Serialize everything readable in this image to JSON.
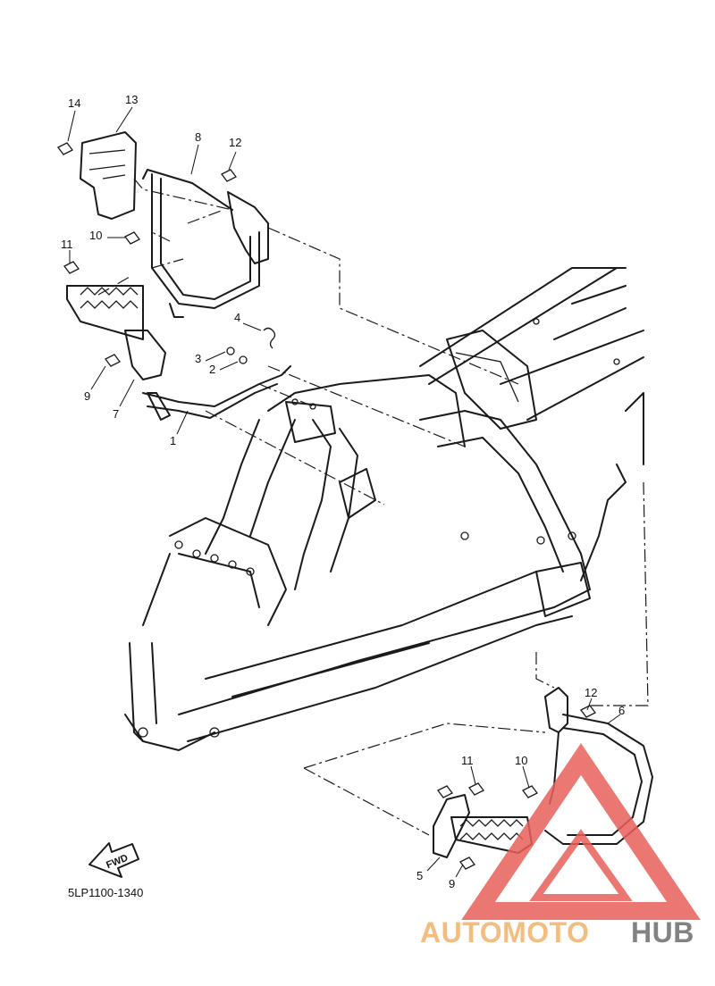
{
  "callouts": [
    {
      "id": "c14",
      "label": "14"
    },
    {
      "id": "c13",
      "label": "13"
    },
    {
      "id": "c8",
      "label": "8"
    },
    {
      "id": "c12a",
      "label": "12"
    },
    {
      "id": "c10a",
      "label": "10"
    },
    {
      "id": "c11a",
      "label": "11"
    },
    {
      "id": "c4",
      "label": "4"
    },
    {
      "id": "c3",
      "label": "3"
    },
    {
      "id": "c2",
      "label": "2"
    },
    {
      "id": "c9a",
      "label": "9"
    },
    {
      "id": "c7",
      "label": "7"
    },
    {
      "id": "c1",
      "label": "1"
    },
    {
      "id": "c12b",
      "label": "12"
    },
    {
      "id": "c6",
      "label": "6"
    },
    {
      "id": "c11b",
      "label": "11"
    },
    {
      "id": "c10b",
      "label": "10"
    },
    {
      "id": "c5",
      "label": "5"
    },
    {
      "id": "c9b",
      "label": "9"
    }
  ],
  "fwd_label": "FWD",
  "diagram_code": "5LP1100-1340",
  "watermark": {
    "part1": "AUTOMOTO",
    "part2": "HUB",
    "colors": {
      "accent": "#f3b26b",
      "secondary": "#6d6d6d",
      "triangle": "#e8605a"
    }
  }
}
